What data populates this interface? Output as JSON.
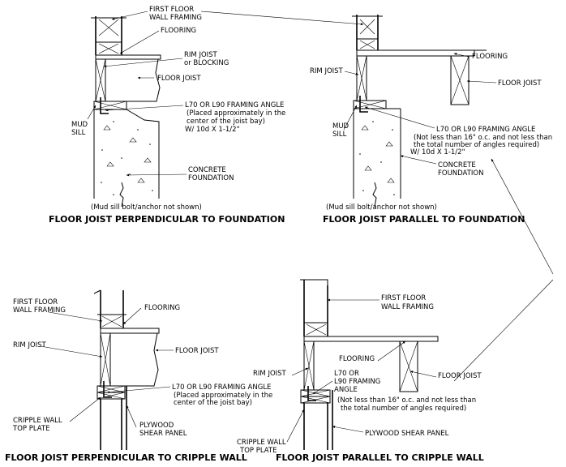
{
  "diagrams": [
    {
      "title": "FLOOR JOIST PERPENDICULAR TO FOUNDATION",
      "note": "(Mud sill bolt/anchor not shown)",
      "labels": {
        "wall": [
          "FIRST FLOOR",
          "WALL FRAMING"
        ],
        "flooring": "FLOORING",
        "rim": [
          "RIM JOIST",
          "or BLOCKING"
        ],
        "joist": "FLOOR JOIST",
        "angle": [
          "L70 OR L90 FRAMING ANGLE",
          "(Placed approximately in the",
          "center of the joist bay)",
          "W/ 10d X 1-1/2\""
        ],
        "mudsill": [
          "MUD",
          "SILL"
        ],
        "foundation": [
          "CONCRETE",
          "FOUNDATION"
        ]
      }
    },
    {
      "title": "FLOOR JOIST PARALLEL TO FOUNDATION",
      "note": "(Mud sill bolt/anchor not shown)",
      "labels": {
        "flooring": "FLOORING",
        "rim": "RIM JOIST",
        "joist": "FLOOR JOIST",
        "angle": [
          "L70 OR L90 FRAMING ANGLE",
          "(Not less than 16\" o.c. and not less than",
          "the total number of angles required)",
          "W/ 10d X 1-1/2\""
        ],
        "mudsill": [
          "MUD",
          "SILL"
        ],
        "foundation": [
          "CONCRETE",
          "FOUNDATION"
        ]
      }
    },
    {
      "title": "FLOOR JOIST PERPENDICULAR TO CRIPPLE WALL",
      "labels": {
        "wall": [
          "FIRST FLOOR",
          "WALL FRAMING"
        ],
        "flooring": "FLOORING",
        "rim": "RIM JOIST",
        "joist": "FLOOR JOIST",
        "angle": [
          "L70 OR L90 FRAMING ANGLE",
          "(Placed approximately in the",
          "center of the joist bay)"
        ],
        "topplate": [
          "CRIPPLE WALL",
          "TOP PLATE"
        ],
        "plywood": [
          "PLYWOOD",
          "SHEAR PANEL"
        ]
      }
    },
    {
      "title": "FLOOR JOIST PARALLEL TO CRIPPLE WALL",
      "labels": {
        "wall": [
          "FIRST FLOOR",
          "WALL FRAMING"
        ],
        "flooring": "FLOORING",
        "rim": "RIM JOIST",
        "joist": "FLOOR JOIST",
        "angle": [
          "L70 OR",
          "L90 FRAMING",
          "ANGLE"
        ],
        "angle_note": [
          "(Not less than 16\" o.c. and not less than",
          "the total number of angles required)"
        ],
        "plywood": "PLYWOOD SHEAR PANEL",
        "topplate": [
          "CRIPPLE WALL",
          "TOP PLATE"
        ]
      }
    }
  ]
}
